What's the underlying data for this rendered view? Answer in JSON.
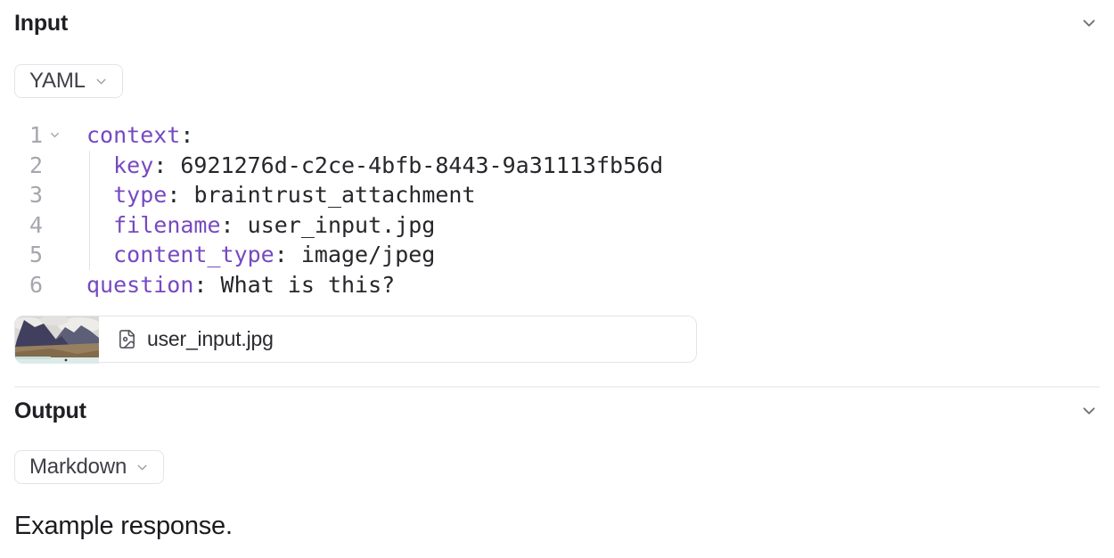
{
  "input": {
    "title": "Input",
    "format": "YAML",
    "yaml": {
      "lines": [
        {
          "num": "1",
          "indent": "",
          "key": "context",
          "colon": ":",
          "value": ""
        },
        {
          "num": "2",
          "indent": "  ",
          "key": "key",
          "colon": ":",
          "value": " 6921276d-c2ce-4bfb-8443-9a31113fb56d"
        },
        {
          "num": "3",
          "indent": "  ",
          "key": "type",
          "colon": ":",
          "value": " braintrust_attachment"
        },
        {
          "num": "4",
          "indent": "  ",
          "key": "filename",
          "colon": ":",
          "value": " user_input.jpg"
        },
        {
          "num": "5",
          "indent": "  ",
          "key": "content_type",
          "colon": ":",
          "value": " image/jpeg"
        },
        {
          "num": "6",
          "indent": "",
          "key": "question",
          "colon": ":",
          "value": " What is this?"
        }
      ]
    },
    "attachment": {
      "filename": "user_input.jpg",
      "icon": "file-image"
    }
  },
  "output": {
    "title": "Output",
    "format": "Markdown",
    "response": "Example response."
  },
  "icons": {
    "section_collapse": "chevron-down",
    "dropdown": "chevron-down",
    "gutter_fold": "chevron-down"
  },
  "colors": {
    "yaml_key": "#7649c1",
    "yaml_value": "#26262b",
    "line_number": "#a6a6ae",
    "border": "#e4e4e8",
    "divider": "#efeff2"
  }
}
